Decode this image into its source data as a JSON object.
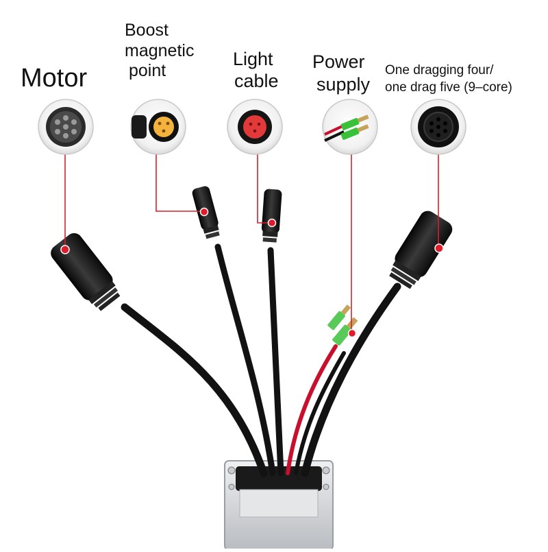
{
  "labels": {
    "motor": "Motor",
    "boost": [
      "Boost",
      "magnetic",
      "point"
    ],
    "light": [
      "Light",
      "cable"
    ],
    "power": [
      "Power",
      "supply"
    ],
    "drag": [
      "One dragging four/",
      "one drag five (9–core)"
    ]
  },
  "colors": {
    "callout_line": "#d81e2a",
    "cable": "#121212",
    "red_wire": "#c8102e",
    "boost_contact": "#f3b33c",
    "light_contact": "#e23a3a",
    "power_terminal": "#39c13a",
    "housing": "#d7d9dc"
  },
  "icons": [
    "motor-connector-icon",
    "boost-connector-icon",
    "light-connector-icon",
    "power-terminal-icon",
    "nine-core-connector-icon"
  ]
}
